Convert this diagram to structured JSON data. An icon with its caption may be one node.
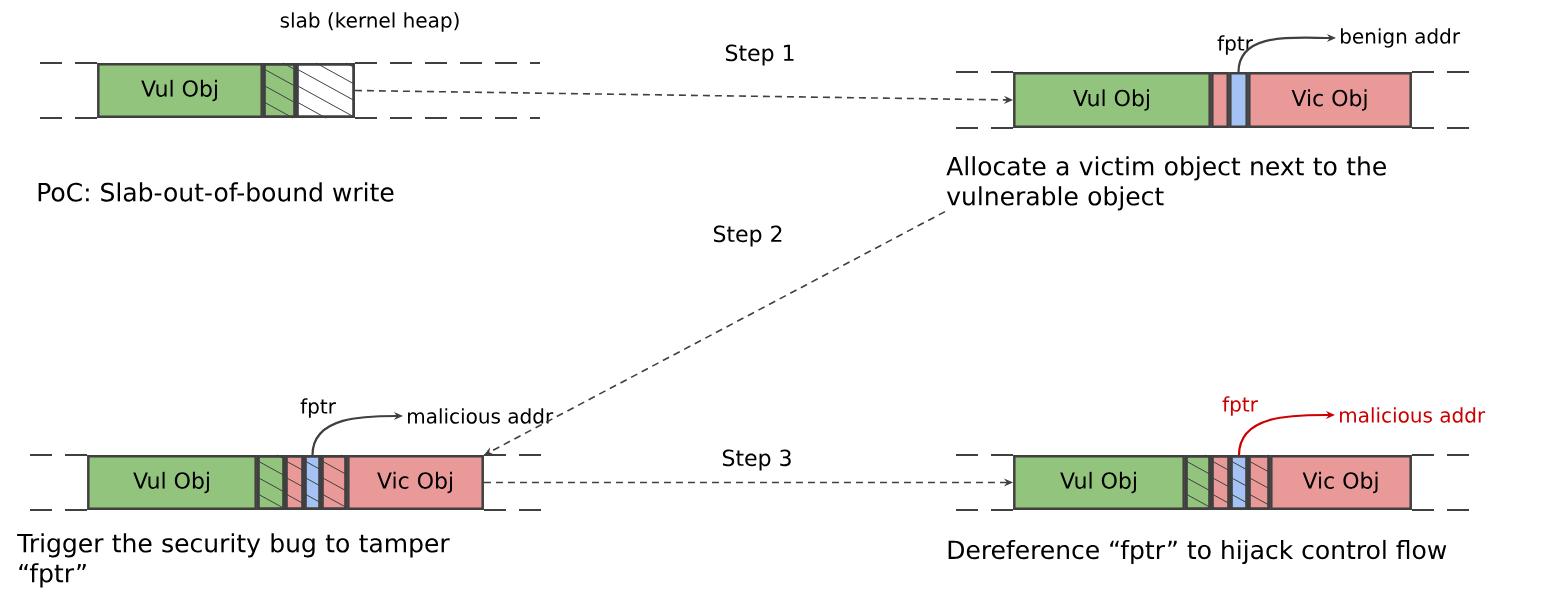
{
  "diagram": {
    "nodes": [
      {
        "text": [
          "Vul Obj"
        ]
      },
      {
        "text": [],
        "shape": "box"
      },
      {
        "text": [],
        "shape": "box"
      },
      {
        "text": [
          "Vul Obj"
        ]
      },
      {
        "text": [],
        "shape": "box"
      },
      {
        "text": [],
        "shape": "box",
        "beside": [
          "fptr"
        ]
      },
      {
        "text": [
          "Vic Obj"
        ]
      },
      {
        "text": [
          "benign addr"
        ]
      },
      {
        "text": [
          "Vul Obj"
        ]
      },
      {
        "text": [],
        "shape": "box"
      },
      {
        "text": [],
        "shape": "box"
      },
      {
        "text": [],
        "shape": "box",
        "beside": [
          "fptr"
        ]
      },
      {
        "text": [],
        "shape": "box"
      },
      {
        "text": [
          "Vic Obj"
        ]
      },
      {
        "text": [
          "malicious addr"
        ]
      },
      {
        "text": [
          "Vul Obj"
        ]
      },
      {
        "text": [],
        "shape": "box"
      },
      {
        "text": [],
        "shape": "box"
      },
      {
        "text": [],
        "shape": "box",
        "beside": [
          "fptr"
        ]
      },
      {
        "text": [],
        "shape": "box"
      },
      {
        "text": [
          "Vic Obj"
        ]
      },
      {
        "text": [
          "malicious addr"
        ]
      },
      {
        "text": [
          "Allocate a victim object next to the vulnerable object"
        ]
      }
    ],
    "edges": [
      {
        "from": 2,
        "to": 3,
        "arrow": "to",
        "label": "Step 1",
        "style": "dashed"
      },
      {
        "from": 22,
        "to": 13,
        "arrow": "to",
        "label": "Step 2",
        "style": "dashed"
      },
      {
        "from": 13,
        "to": 15,
        "arrow": "to",
        "label": "Step 3",
        "style": "dashed"
      },
      {
        "from": 5,
        "to": 7,
        "arrow": "to"
      },
      {
        "from": 11,
        "to": 14,
        "arrow": "to"
      },
      {
        "from": 18,
        "to": 21,
        "arrow": "to",
        "color": "#cc0000"
      }
    ],
    "labels": [
      "slab (kernel heap)",
      "PoC: Slab-out-of-bound write",
      "Trigger the security bug to tamper “fptr”",
      "Dereference “fptr” to hijack control flow"
    ]
  }
}
